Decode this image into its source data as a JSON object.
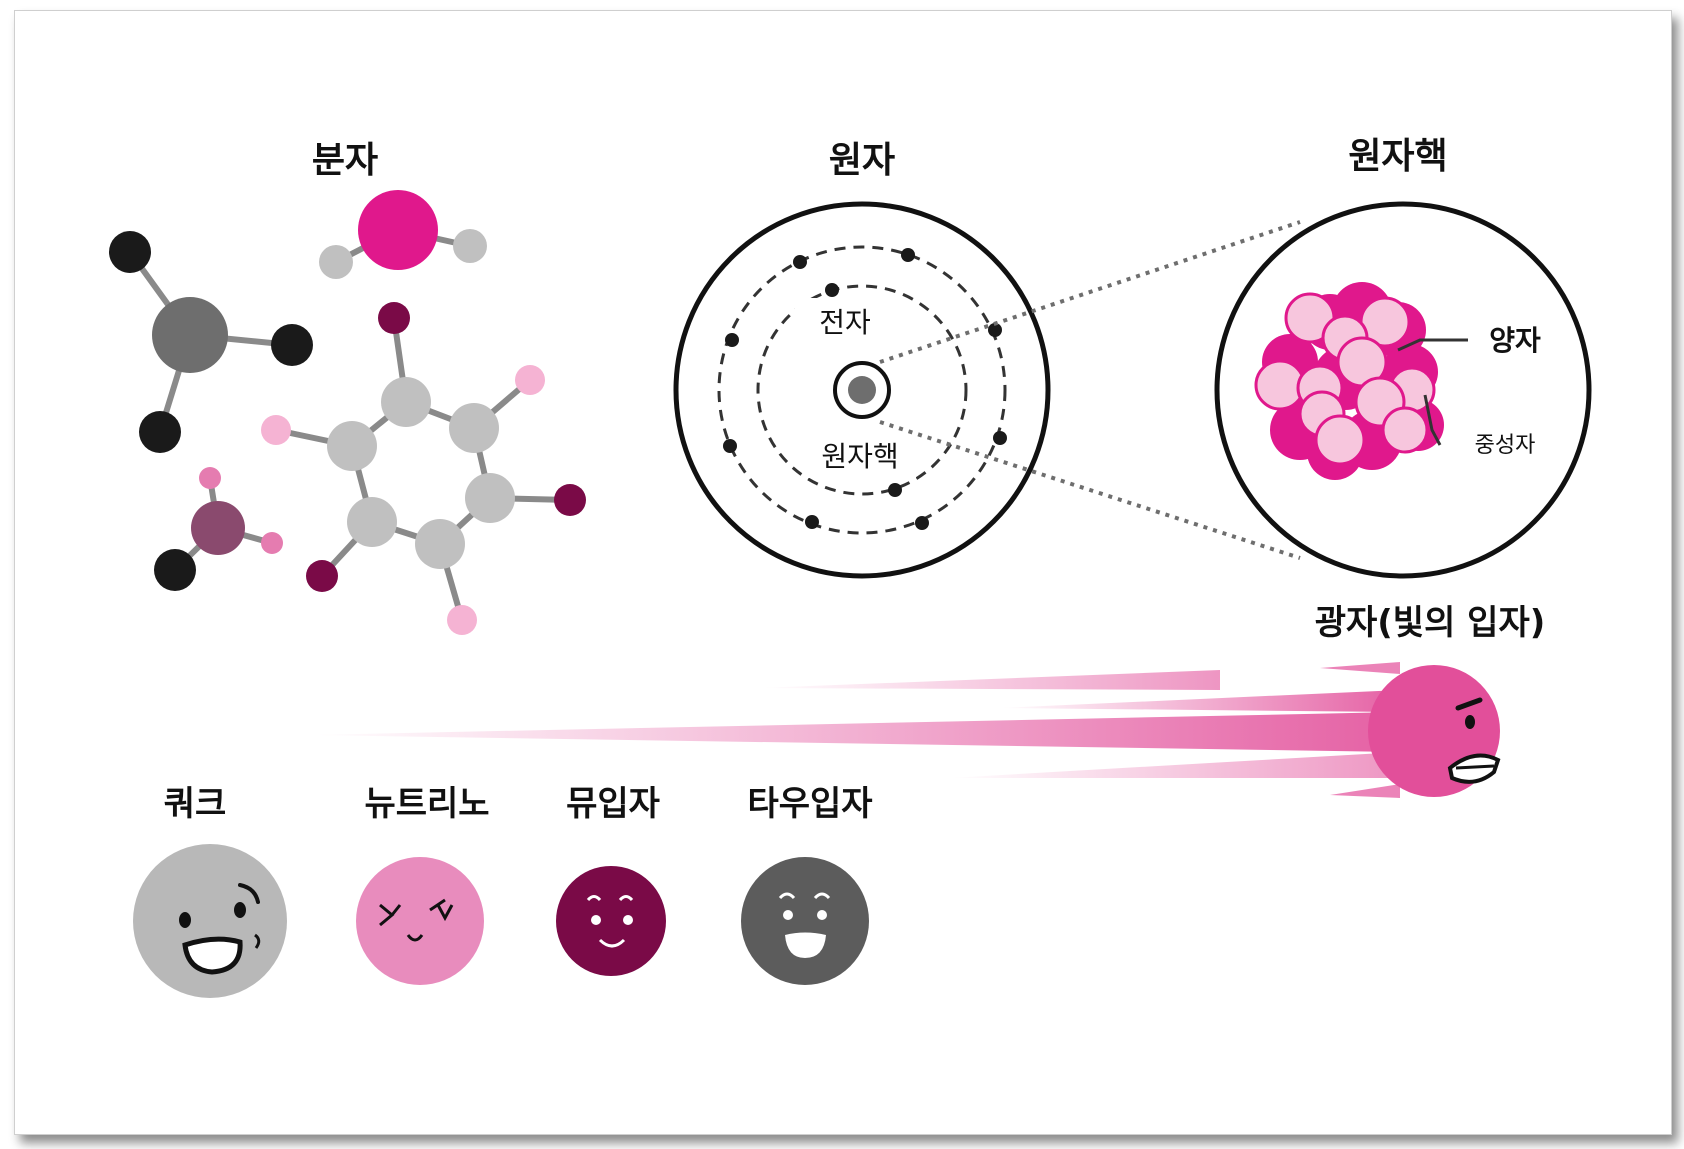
{
  "labels": {
    "molecule": "분자",
    "atom": "원자",
    "nucleus_title": "원자핵",
    "electron": "전자",
    "nucleus_inner": "원자핵",
    "proton": "양자",
    "neutron": "중성자",
    "photon": "광자(빛의 입자)",
    "quark": "쿼크",
    "neutrino": "뉴트리노",
    "muon": "뮤입자",
    "tau": "타우입자"
  },
  "colors": {
    "magenta": "#e0188c",
    "dark_magenta": "#7a0a47",
    "pink_light": "#f7c6dd",
    "photon_pink": "#e24f9a",
    "neutrino_pink": "#e88cbd",
    "gray": "#b8b8b8",
    "dark_gray": "#5c5c5c",
    "black": "#1a1a1a"
  }
}
